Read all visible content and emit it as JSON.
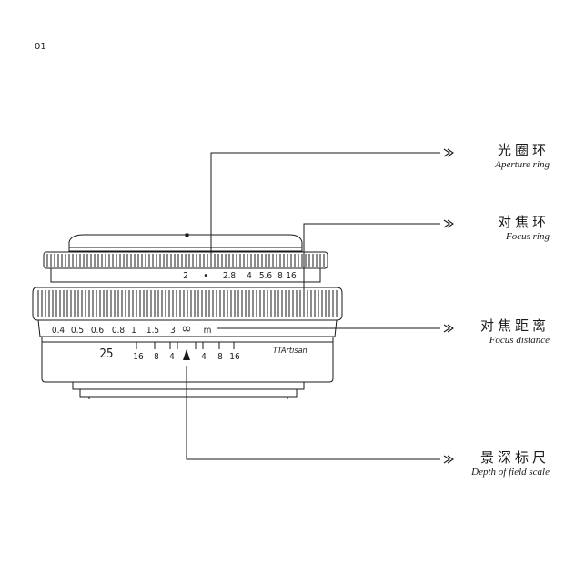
{
  "page_number": "01",
  "callouts": {
    "aperture": {
      "cn": "光圈环",
      "en": "Aperture ring"
    },
    "focus_ring": {
      "cn": "对焦环",
      "en": "Focus ring"
    },
    "focus_distance": {
      "cn": "对焦距离",
      "en": "Focus distance"
    },
    "dof": {
      "cn": "景深标尺",
      "en": "Depth of field scale"
    }
  },
  "lens": {
    "aperture_scale": [
      "2",
      "•",
      "2.8",
      "4",
      "5.6",
      "8",
      "16"
    ],
    "distance_scale": [
      "0.4",
      "0.5",
      "0.6",
      "0.8",
      "1",
      "1.5",
      "3",
      "∞",
      "m"
    ],
    "focal_length": "25",
    "dof_left": [
      "16",
      "8",
      "4"
    ],
    "dof_right": [
      "4",
      "8",
      "16"
    ],
    "brand": "TTArtisan"
  },
  "colors": {
    "line": "#1a1a1a",
    "background": "#ffffff"
  }
}
